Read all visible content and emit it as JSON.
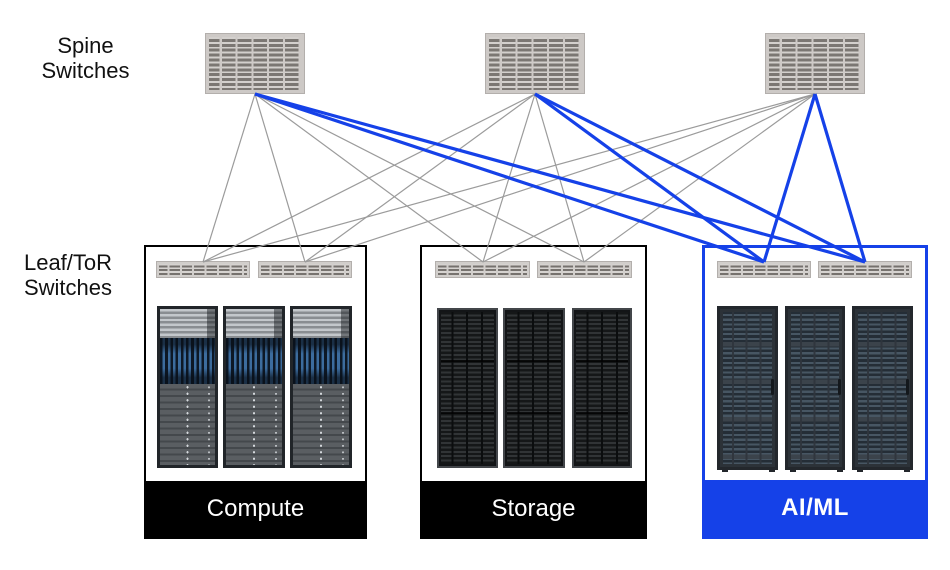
{
  "labels": {
    "spine_line1": "Spine",
    "spine_line2": "Switches",
    "leaf_line1": "Leaf/ToR",
    "leaf_line2": "Switches"
  },
  "racks": [
    {
      "id": "compute",
      "label": "Compute",
      "highlighted": false
    },
    {
      "id": "storage",
      "label": "Storage",
      "highlighted": false
    },
    {
      "id": "aiml",
      "label": "AI/ML",
      "highlighted": true
    }
  ],
  "colors": {
    "accent_blue": "#1541e8",
    "link_gray": "#9b9b9b",
    "band_black": "#000000",
    "text_white": "#ffffff",
    "label_black": "#111111"
  }
}
